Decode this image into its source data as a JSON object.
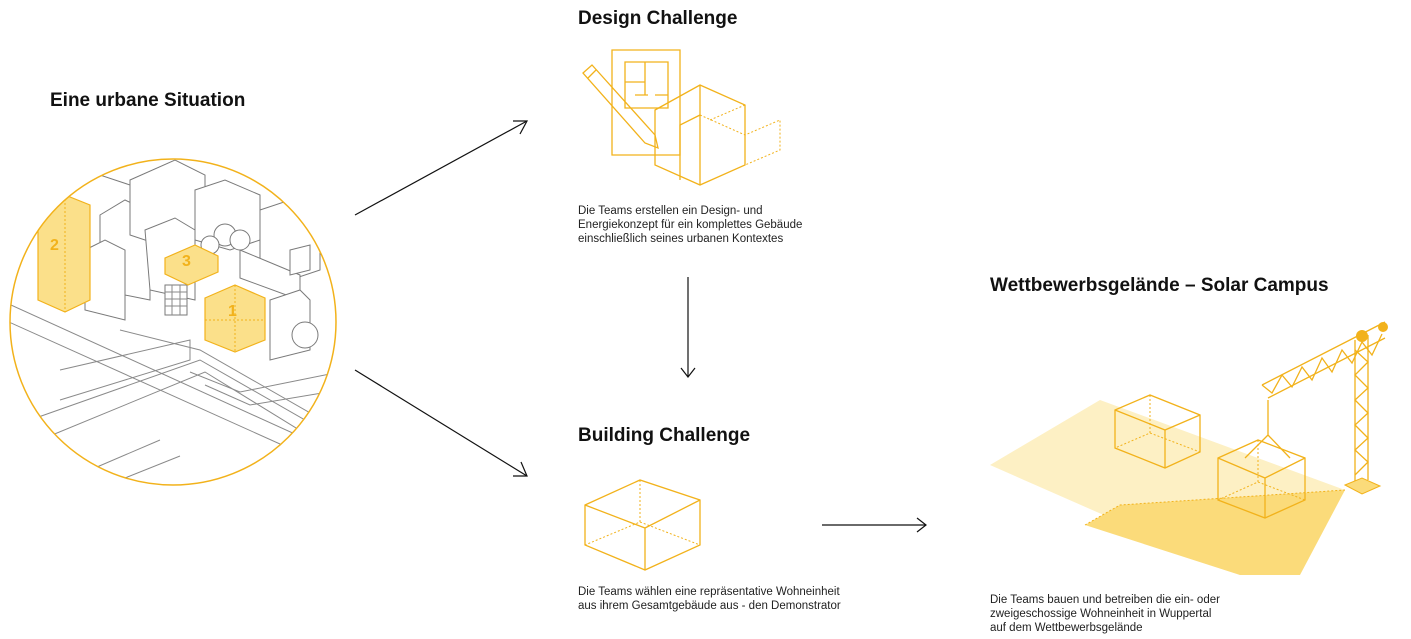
{
  "left": {
    "title": "Eine urbane Situation",
    "labels": [
      "1",
      "2",
      "3"
    ]
  },
  "design": {
    "title": "Design Challenge",
    "description": "Die Teams erstellen ein Design- und Energiekonzept für ein komplettes Gebäude einschließlich seines urbanen Kontextes"
  },
  "building": {
    "title": "Building Challenge",
    "description": "Die Teams wählen eine repräsentative Wohneinheit aus ihrem Gesamtgebäude aus - den Demonstrator"
  },
  "campus": {
    "title": "Wettbewerbsgelände – Solar Campus",
    "description": "Die Teams bauen und betreiben die ein- oder zweigeschossige Wohneinheit in Wuppertal auf dem Wettbewerbsgelände"
  },
  "colors": {
    "accent": "#f2b21b",
    "accent_fill": "#fbe08a",
    "lines": "#8a8a8a",
    "arrows": "#111111"
  }
}
